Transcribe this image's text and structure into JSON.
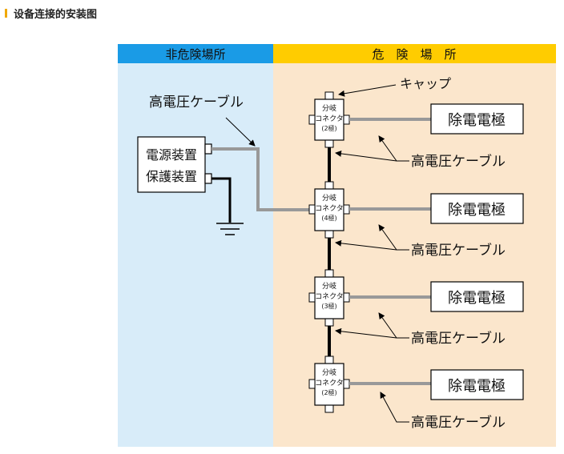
{
  "header": {
    "title": "设备连接的安装图",
    "accent_color": "#f0a800"
  },
  "zones": {
    "safe_label": "非危険場所",
    "hazard_label": "危　険　場　所",
    "safe_header_color": "#1a9be6",
    "safe_body_color": "#d8ecf9",
    "hazard_header_color": "#ffcc00",
    "hazard_body_color": "#fbe6cc"
  },
  "left": {
    "cable_label": "高電圧ケーブル",
    "device_line1": "電源装置",
    "device_line2": "保護装置"
  },
  "cap_label": "キャップ",
  "connectors": [
    {
      "line1": "分岐",
      "line2": "コネクタ",
      "line3": "(2極)"
    },
    {
      "line1": "分岐",
      "line2": "コネクタ",
      "line3": "(4極)"
    },
    {
      "line1": "分岐",
      "line2": "コネクタ",
      "line3": "(3極)"
    },
    {
      "line1": "分岐",
      "line2": "コネクタ",
      "line3": "(2極)"
    }
  ],
  "electrodes": [
    {
      "label": "除電電極"
    },
    {
      "label": "除電電極"
    },
    {
      "label": "除電電極"
    },
    {
      "label": "除電電極"
    }
  ],
  "cable_labels": [
    {
      "label": "高電圧ケーブル"
    },
    {
      "label": "高電圧ケーブル"
    },
    {
      "label": "高電圧ケーブル"
    },
    {
      "label": "高電圧ケーブル"
    }
  ]
}
